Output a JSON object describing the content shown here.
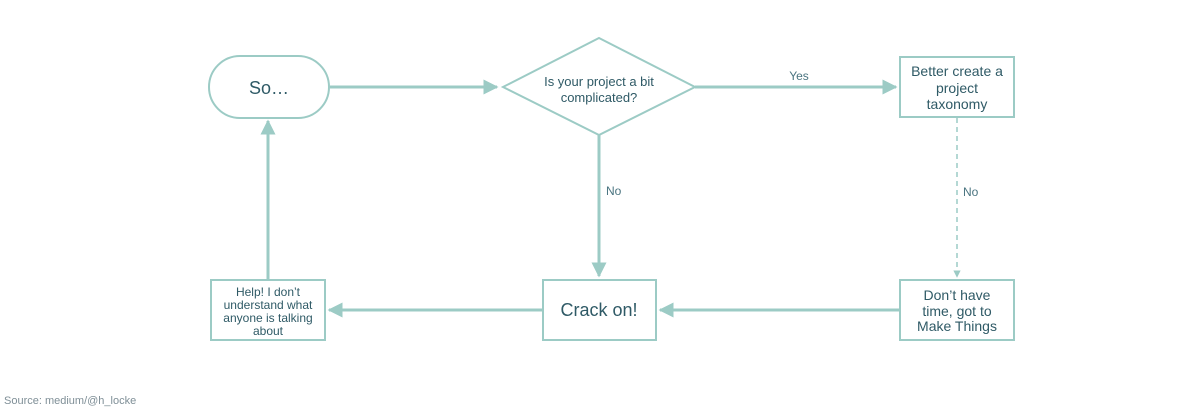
{
  "colors": {
    "stroke": "#9ccbc5",
    "text": "#2f5a66",
    "label": "#4a7480",
    "background": "#ffffff"
  },
  "nodes": {
    "start": {
      "label": "So…"
    },
    "decision": {
      "line1": "Is your project a bit",
      "line2": "complicated?"
    },
    "taxonomy": {
      "line1": "Better create a",
      "line2": "project",
      "line3": "taxonomy"
    },
    "crack_on": {
      "label": "Crack on!"
    },
    "help": {
      "line1": "Help! I don’t",
      "line2": "understand what",
      "line3": "anyone is talking",
      "line4": "about"
    },
    "no_time": {
      "line1": "Don’t have",
      "line2": "time, got to",
      "line3": "Make Things"
    }
  },
  "edges": {
    "yes_label": "Yes",
    "no_label_center": "No",
    "no_label_right": "No"
  },
  "source": "Source: medium/@h_locke"
}
